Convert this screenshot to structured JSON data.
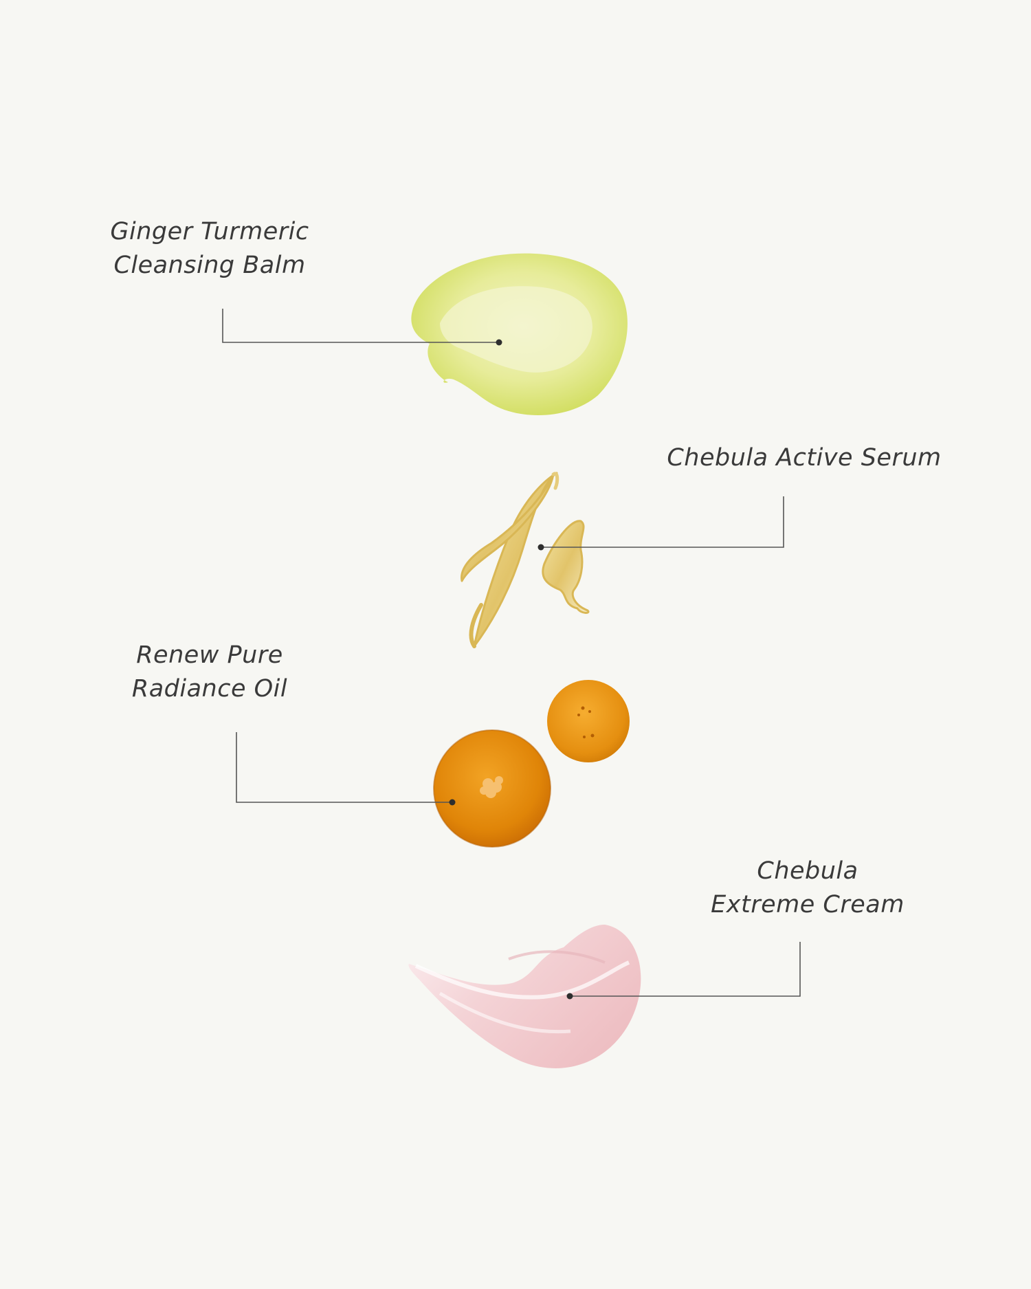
{
  "products": [
    {
      "id": "balm",
      "lines": [
        "Ginger Turmeric",
        "Cleansing Balm"
      ],
      "swatch_color": "#dfe57e"
    },
    {
      "id": "serum",
      "lines": [
        "Chebula Active Serum"
      ],
      "swatch_color": "#e8cf7a"
    },
    {
      "id": "oil",
      "lines": [
        "Renew Pure",
        "Radiance Oil"
      ],
      "swatch_color": "#e58a0c"
    },
    {
      "id": "cream",
      "lines": [
        "Chebula",
        "Extreme Cream"
      ],
      "swatch_color": "#f3cfd0"
    }
  ],
  "colors": {
    "background": "#f7f7f3",
    "text": "#3a3a3a",
    "leader_line": "#555555"
  }
}
